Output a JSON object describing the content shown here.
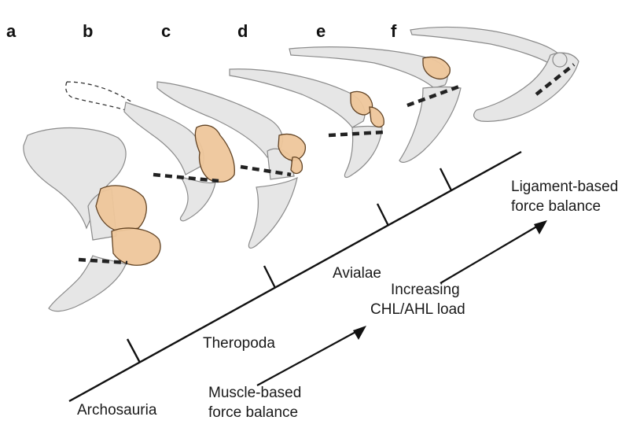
{
  "panels": [
    "a",
    "b",
    "c",
    "d",
    "e",
    "f"
  ],
  "clades": {
    "archosauria": "Archosauria",
    "theropoda": "Theropoda",
    "avialae": "Avialae"
  },
  "annotations": {
    "muscle_line1": "Muscle-based",
    "muscle_line2": "force balance",
    "increasing_line1": "Increasing",
    "increasing_line2": "CHL/AHL load",
    "ligament_line1": "Ligament-based",
    "ligament_line2": "force balance"
  },
  "colors": {
    "cartilage": "#efc79b",
    "bone": "#e6e6e6",
    "line": "#111111"
  }
}
